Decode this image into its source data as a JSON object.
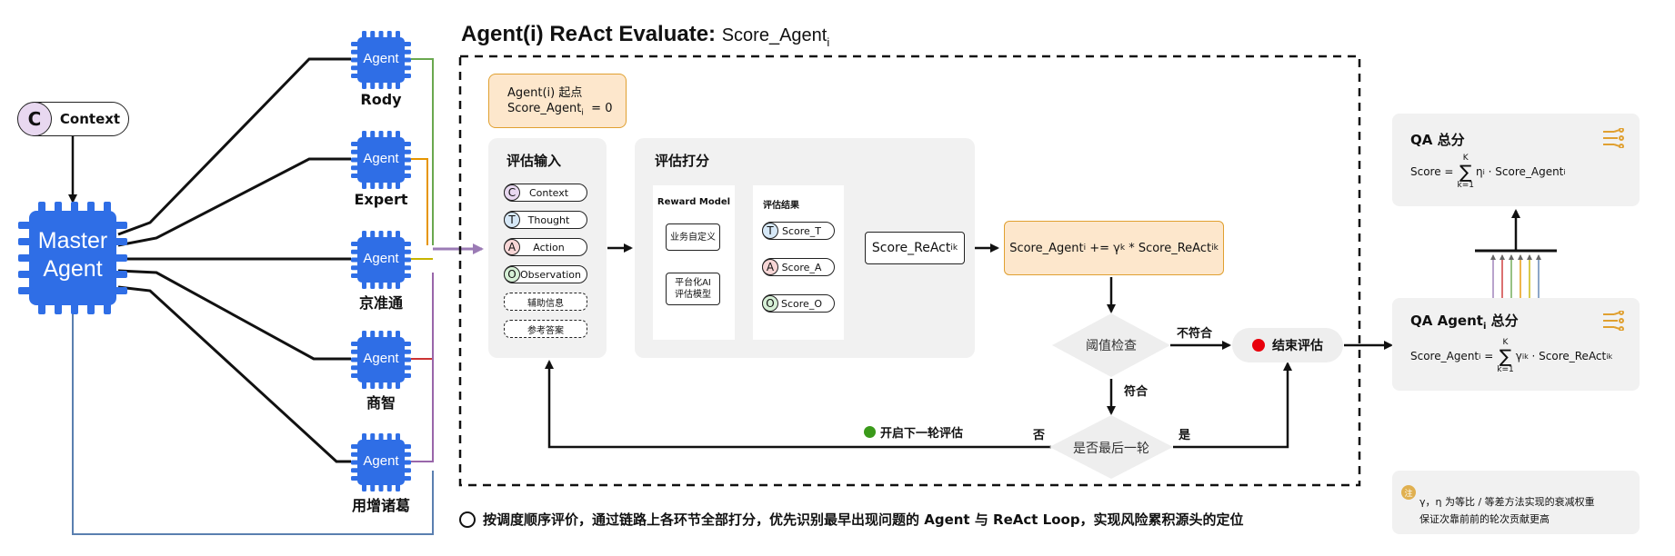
{
  "context": {
    "circle": "C",
    "label": "Context"
  },
  "master_agent": {
    "line1": "Master",
    "line2": "Agent"
  },
  "agents": [
    {
      "chip": "Agent",
      "name": "Rody",
      "color": "#6aa84f"
    },
    {
      "chip": "Agent",
      "name": "Expert",
      "color": "#e69500"
    },
    {
      "chip": "Agent",
      "name": "京准通",
      "color": "#c8b400"
    },
    {
      "chip": "Agent",
      "name": "商智",
      "color": "#cc3333"
    },
    {
      "chip": "Agent",
      "name": "用增诸葛",
      "color": "#9966aa"
    }
  ],
  "react_title": {
    "bold": "Agent(i) ReAct Evaluate:",
    "normal": "Score_Agent",
    "sub": "i"
  },
  "start_box": {
    "line1": "Agent(i) 起点",
    "line2_pre": "Score_Agent",
    "line2_sub": "i",
    "line2_post": "  = 0"
  },
  "eval_input": {
    "title": "评估输入",
    "items": [
      {
        "circle": "C",
        "label": "Context",
        "color": "#e8d8f0"
      },
      {
        "circle": "T",
        "label": "Thought",
        "color": "#d6e8f7"
      },
      {
        "circle": "A",
        "label": "Action",
        "color": "#f7d6d6"
      },
      {
        "circle": "O",
        "label": "Observation",
        "color": "#d6f0d6"
      }
    ],
    "dashed": [
      "辅助信息",
      "参考答案"
    ]
  },
  "eval_score": {
    "title": "评估打分",
    "reward_model": {
      "title": "Reward Model",
      "box1": "业务自定义",
      "box2_l1": "平台化AI",
      "box2_l2": "评估模型"
    },
    "results": {
      "title": "评估结果",
      "items": [
        {
          "circle": "T",
          "label": "Score_T",
          "color": "#d6e8f7"
        },
        {
          "circle": "A",
          "label": "Score_A",
          "color": "#f7d6d6"
        },
        {
          "circle": "O",
          "label": "Score_O",
          "color": "#d6f0d6"
        }
      ]
    }
  },
  "score_react": {
    "main": "Score_ReAct",
    "sub": "ik"
  },
  "accum_box": {
    "p1": "Score_Agent",
    "s1": "i",
    "p2": " += γ",
    "s2": "k",
    "p3": " * Score_ReAct",
    "s3": "ik"
  },
  "threshold": {
    "label": "阈值检查",
    "fail": "不符合",
    "pass": "符合"
  },
  "end_eval": {
    "label": "结束评估",
    "dot_color": "#e8000b"
  },
  "last_round": {
    "label": "是否最后一轮",
    "no": "否",
    "yes": "是"
  },
  "next_round": {
    "label": "开启下一轮评估",
    "dot_color": "#3a9a1a"
  },
  "footer": {
    "text": "按调度顺序评价，通过链路上各环节全部打分，优先识别最早出现问题的 Agent 与 ReAct Loop，实现风险累积源头的定位"
  },
  "qa_total": {
    "title": "QA 总分",
    "lhs": "Score =",
    "sum_top": "K",
    "sum_bottom": "k=1",
    "rhs_p1": "η",
    "rhs_s1": "i",
    "rhs_p2": " · Score_Agent",
    "rhs_s2": "i"
  },
  "qa_agent": {
    "title_pre": "QA Agent",
    "title_sub": "i",
    "title_post": " 总分",
    "lhs_p": "Score_Agent",
    "lhs_s": "i",
    "lhs_eq": " =",
    "sum_top": "K",
    "sum_bottom": "k=1",
    "rhs_p1": "γ",
    "rhs_s1": "ik",
    "rhs_p2": " · Score_ReAct",
    "rhs_s2": "ik"
  },
  "note": {
    "icon": "注",
    "line1": "γ，η 为等比 / 等差方法实现的衰减权重",
    "line2": "保证次靠前前的轮次贡献更高"
  },
  "colors": {
    "master_blue": "#2f6ee6",
    "orange_fill": "#fde7cc",
    "orange_border": "#e0a030",
    "panel_gray": "#f1f1f1"
  }
}
